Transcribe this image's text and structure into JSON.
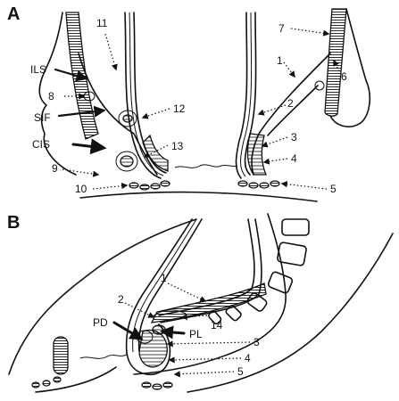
{
  "panels": {
    "a": "A",
    "b": "B"
  },
  "labels_a": {
    "n1": "1",
    "n2": "2",
    "n3": "3",
    "n4": "4",
    "n5": "5",
    "n6": "6",
    "n7": "7",
    "n8": "8",
    "n9": "9",
    "n10": "10",
    "n11": "11",
    "n12": "12",
    "n13": "13",
    "ils": "ILS",
    "sif": "SIF",
    "cis": "CIS"
  },
  "labels_b": {
    "n1": "1",
    "n2": "2",
    "n3": "3",
    "n4": "4",
    "n5": "5",
    "n14": "14",
    "pd": "PD",
    "pl": "PL"
  }
}
